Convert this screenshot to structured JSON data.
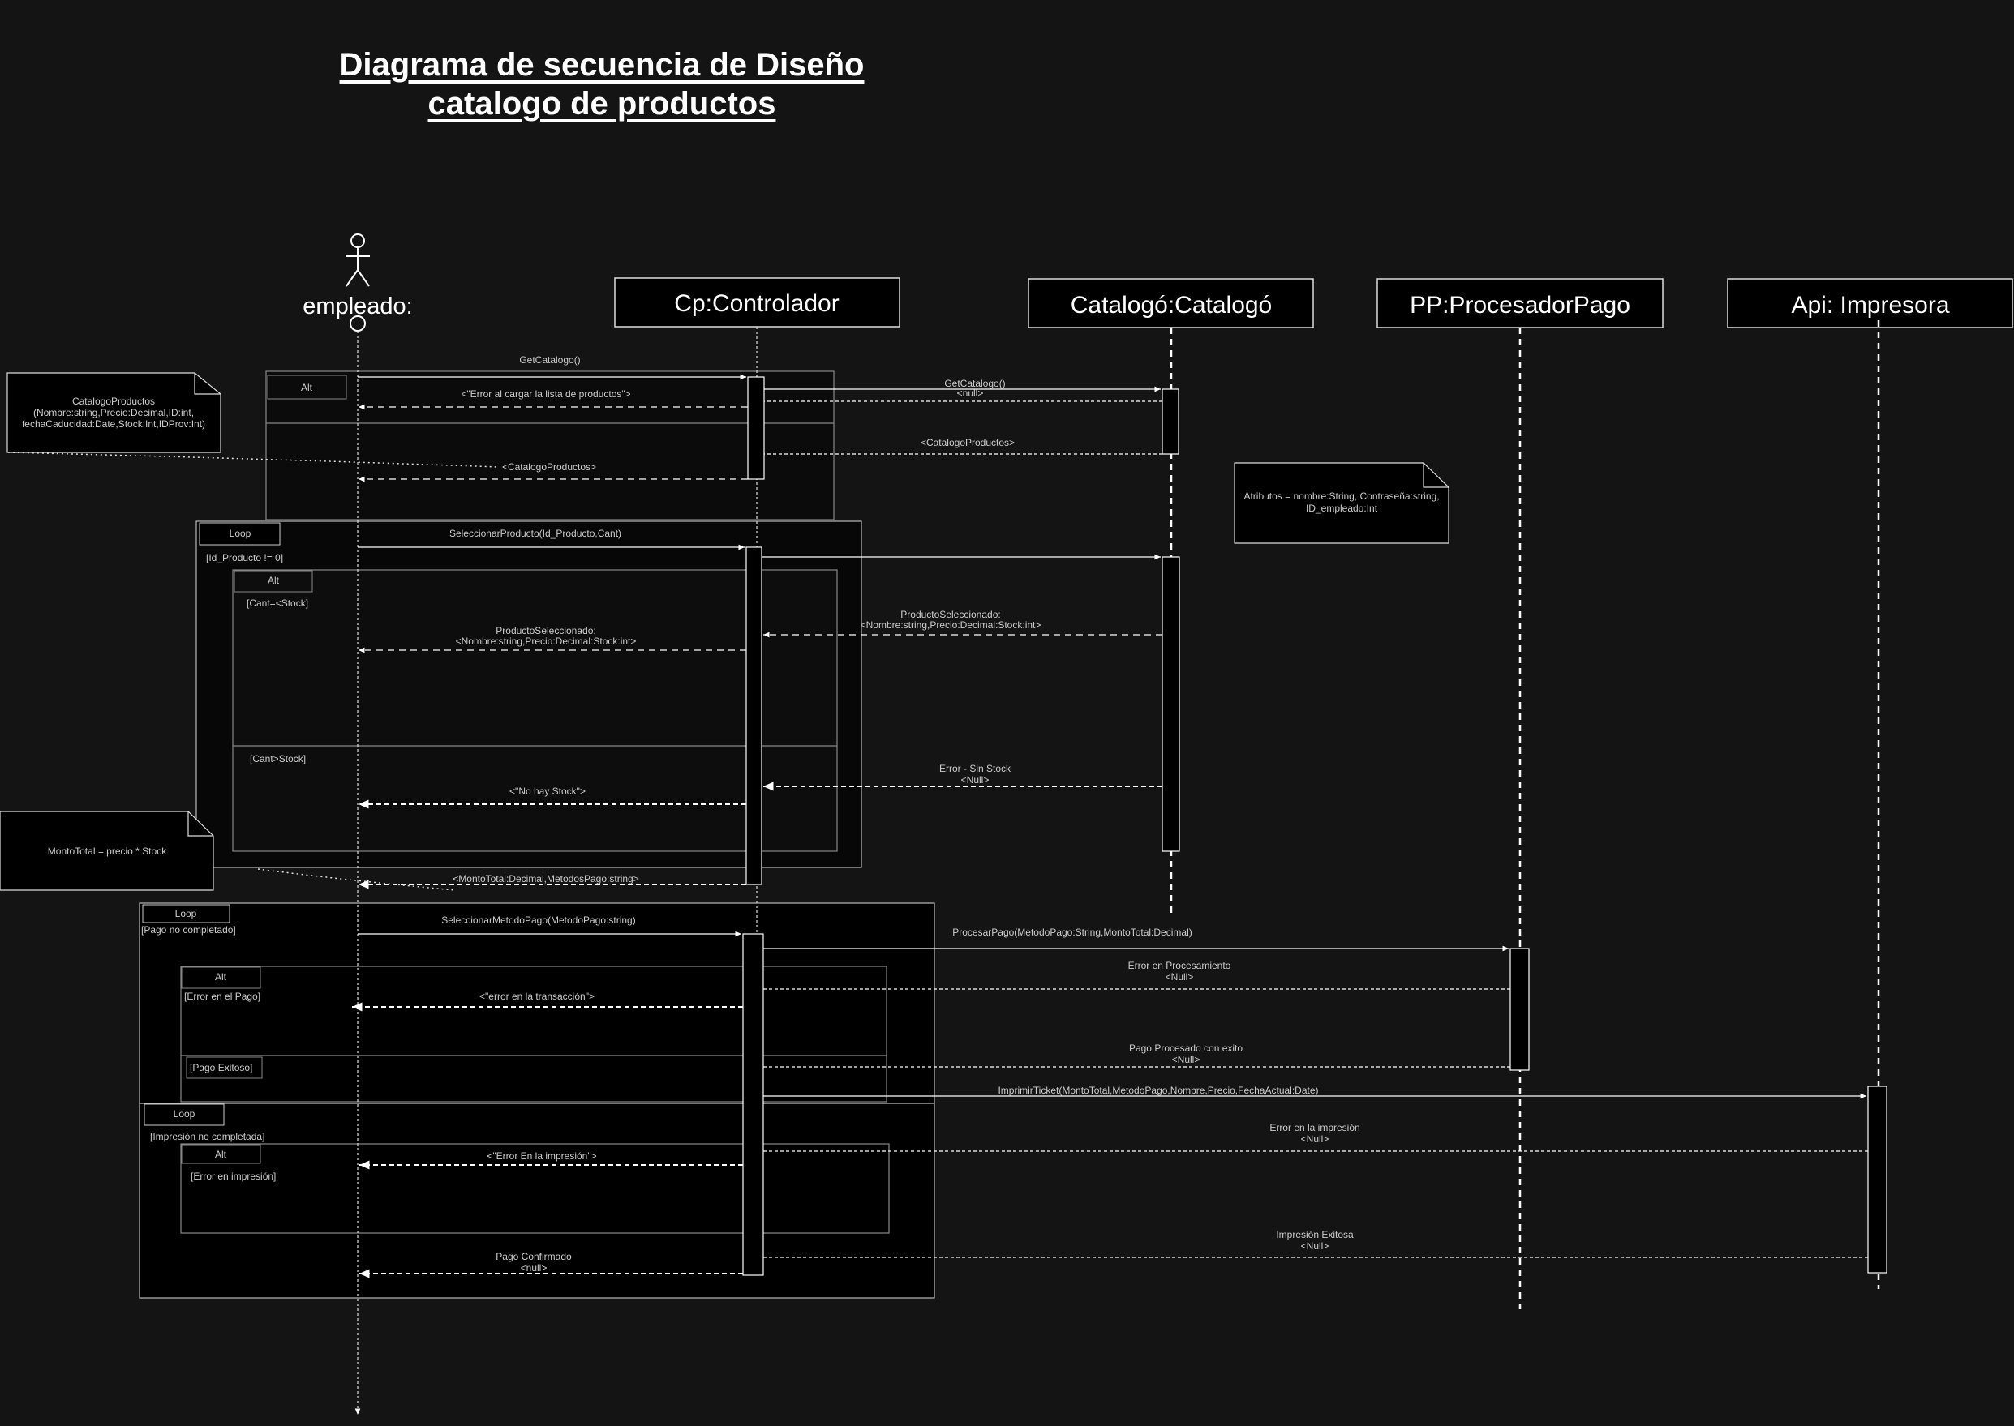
{
  "title": {
    "line1": "Diagrama de secuencia de Diseño",
    "line2": "catalogo de productos"
  },
  "actor": {
    "label": "empleado:"
  },
  "participants": [
    {
      "label": "Cp:Controlador"
    },
    {
      "label": "Catalogó:Catalogó"
    },
    {
      "label": "PP:ProcesadorPago"
    },
    {
      "label": "Api: Impresora"
    }
  ],
  "notes": {
    "catalogo": [
      "CatalogoProductos",
      "(Nombre:string,Precio:Decimal,ID:int,",
      "fechaCaducidad:Date,Stock:Int,IDProv:Int)"
    ],
    "atributos": [
      "Atributos = nombre:String, Contraseña:string,",
      "ID_empleado:Int"
    ],
    "monto": [
      "MontoTotal = precio * Stock"
    ]
  },
  "fragments": {
    "alt1": "Alt",
    "loop1": "Loop",
    "loop1_guard": "[Id_Producto != 0]",
    "alt2": "Alt",
    "alt2_guard1": "[Cant=<Stock]",
    "alt2_guard2": "[Cant>Stock]",
    "loop2": "Loop",
    "loop2_guard": "[Pago no completado]",
    "alt3": "Alt",
    "alt3_guard1": "[Error en el Pago]",
    "alt3_guard2": "[Pago Exitoso]",
    "loop3": "Loop",
    "loop3_guard": "[Impresión no completada]",
    "alt4": "Alt",
    "alt4_guard": "[Error en impresión]"
  },
  "messages": {
    "m1": [
      "GetCatalogo()"
    ],
    "m2": [
      "GetCatalogo()",
      "<null>"
    ],
    "m3": [
      "<\"Error al cargar la lista de productos\">"
    ],
    "m4": [
      "<CatalogoProductos>"
    ],
    "m5": [
      "<CatalogoProductos>"
    ],
    "m6": [
      "SeleccionarProducto(Id_Producto,Cant)"
    ],
    "m7": [
      "ProductoSeleccionado:",
      "<Nombre:string,Precio:Decimal:Stock:int>"
    ],
    "m8": [
      "ProductoSeleccionado:",
      "<Nombre:string,Precio:Decimal:Stock:int>"
    ],
    "m9": [
      "Error - Sin Stock",
      "<Null>"
    ],
    "m10": [
      "<\"No hay Stock\">"
    ],
    "m11": [
      "<MontoTotal:Decimal,MetodosPago:string>"
    ],
    "m12": [
      "SeleccionarMetodoPago(MetodoPago:string)"
    ],
    "m13": [
      "ProcesarPago(MetodoPago:String,MontoTotal:Decimal)"
    ],
    "m14": [
      "Error en Procesamiento",
      "<Null>"
    ],
    "m15": [
      "<\"error en la transacción\">"
    ],
    "m16": [
      "Pago Procesado con exito",
      "<Null>"
    ],
    "m17": [
      "ImprimirTicket(MontoTotal,MetodoPago,Nombre,Precio,FechaActual:Date)"
    ],
    "m18": [
      "Error en la impresión",
      "<Null>"
    ],
    "m19": [
      "<\"Error En la impresión\">"
    ],
    "m20": [
      "Impresión Exitosa",
      "<Null>"
    ],
    "m21": [
      "Pago Confirmado",
      "<null>"
    ]
  }
}
